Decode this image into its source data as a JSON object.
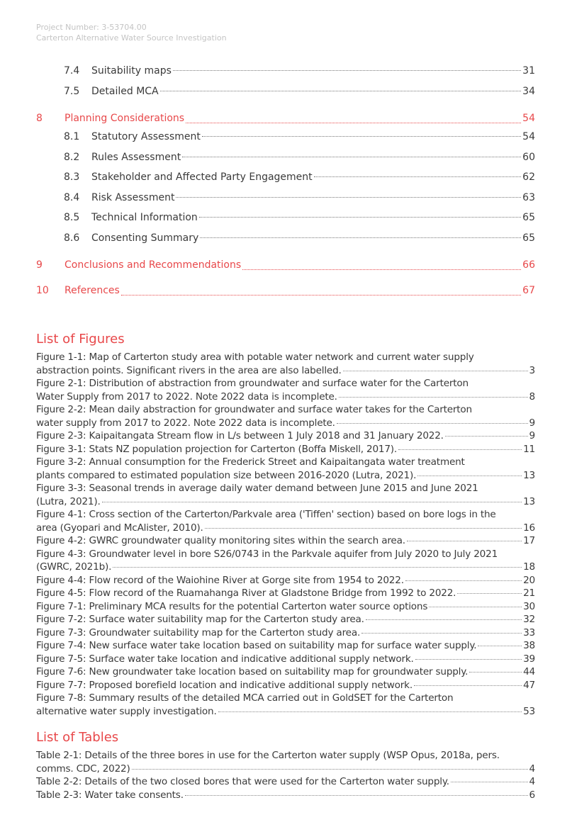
{
  "header": {
    "project_number": "Project Number: 3-53704.00",
    "project_title": "Carterton Alternative Water Source Investigation"
  },
  "toc": [
    {
      "level": 2,
      "num": "7.4",
      "title": "Suitability maps",
      "page": "31"
    },
    {
      "level": 2,
      "num": "7.5",
      "title": "Detailed MCA",
      "page": "34"
    },
    {
      "level": 1,
      "num": "8",
      "title": "Planning Considerations",
      "page": "54"
    },
    {
      "level": 2,
      "num": "8.1",
      "title": "Statutory Assessment",
      "page": "54"
    },
    {
      "level": 2,
      "num": "8.2",
      "title": "Rules Assessment",
      "page": "60"
    },
    {
      "level": 2,
      "num": "8.3",
      "title": "Stakeholder and Affected Party Engagement",
      "page": "62"
    },
    {
      "level": 2,
      "num": "8.4",
      "title": "Risk Assessment",
      "page": "63"
    },
    {
      "level": 2,
      "num": "8.5",
      "title": "Technical Information",
      "page": "65"
    },
    {
      "level": 2,
      "num": "8.6",
      "title": "Consenting Summary",
      "page": "65"
    },
    {
      "level": 1,
      "num": "9",
      "title": "Conclusions and Recommendations",
      "page": "66"
    },
    {
      "level": 1,
      "num": "10",
      "title": "References",
      "page": "67"
    }
  ],
  "figures": {
    "heading": "List of Figures",
    "items": [
      {
        "text": "Figure 1-1: Map of Carterton study area with potable water network and current water supply",
        "cont": "abstraction points. Significant rivers in the area are also labelled.",
        "page": "3"
      },
      {
        "text": "Figure 2-1: Distribution of abstraction from groundwater and surface water for the Carterton",
        "cont": "Water Supply from 2017 to 2022. Note 2022 data is incomplete.",
        "page": "8"
      },
      {
        "text": "Figure 2-2: Mean daily abstraction for groundwater and surface water takes for the Carterton",
        "cont": "water supply from 2017 to 2022. Note 2022 data is incomplete.",
        "page": "9"
      },
      {
        "text": "Figure 2-3: Kaipaitangata Stream flow in L/s between 1 July 2018 and 31 January 2022.",
        "page": "9"
      },
      {
        "text": "Figure 3-1: Stats NZ population projection for Carterton (Boffa Miskell, 2017).",
        "page": "11"
      },
      {
        "text": "Figure 3-2: Annual consumption for the Frederick Street and Kaipaitangata water treatment",
        "cont": "plants compared to estimated population size between 2016-2020 (Lutra, 2021).",
        "page": "13"
      },
      {
        "text": "Figure 3-3: Seasonal trends in average daily water demand between June 2015 and June 2021",
        "cont": "(Lutra, 2021).",
        "page": "13"
      },
      {
        "text": "Figure 4-1: Cross section of the Carterton/Parkvale area ('Tiffen' section) based on bore logs in the",
        "cont": "area (Gyopari and McAlister, 2010).",
        "page": "16"
      },
      {
        "text": "Figure 4-2: GWRC groundwater quality monitoring sites within the search area.",
        "page": "17"
      },
      {
        "text": "Figure 4-3: Groundwater level in bore S26/0743 in the Parkvale aquifer from July 2020 to July 2021",
        "cont": "(GWRC, 2021b).",
        "page": "18"
      },
      {
        "text": "Figure 4-4: Flow record of the Waiohine River at Gorge site from 1954 to 2022.",
        "page": "20"
      },
      {
        "text": "Figure 4-5: Flow record of the Ruamahanga River at Gladstone Bridge from 1992 to 2022.",
        "page": "21"
      },
      {
        "text": "Figure 7-1: Preliminary MCA results for the potential Carterton water source options",
        "page": "30"
      },
      {
        "text": "Figure 7-2: Surface water suitability map for the Carterton study area.",
        "page": "32"
      },
      {
        "text": "Figure 7-3: Groundwater suitability map for the Carterton study area.",
        "page": "33"
      },
      {
        "text": "Figure 7-4: New surface water take location based on suitability map for surface water supply.",
        "page": "38"
      },
      {
        "text": "Figure 7-5: Surface water take location and indicative additional supply network.",
        "page": "39"
      },
      {
        "text": "Figure 7-6: New groundwater take location based on suitability map for groundwater supply.",
        "page": "44"
      },
      {
        "text": "Figure 7-7: Proposed borefield location and indicative additional supply network.",
        "page": "47"
      },
      {
        "text": "Figure 7-8: Summary results of the detailed MCA carried out in GoldSET for the Carterton",
        "cont": "alternative water supply investigation.",
        "page": "53"
      }
    ]
  },
  "tables": {
    "heading": "List of Tables",
    "items": [
      {
        "text": "Table 2-1: Details of the three bores in use for the Carterton water supply (WSP Opus, 2018a, pers.",
        "cont": "comms. CDC, 2022)",
        "page": "4"
      },
      {
        "text": "Table 2-2: Details of the two closed bores that were used for the Carterton water supply.",
        "page": "4"
      },
      {
        "text": "Table 2-3: Water take consents.",
        "page": "6"
      }
    ]
  },
  "colors": {
    "accent": "#e8484a"
  }
}
